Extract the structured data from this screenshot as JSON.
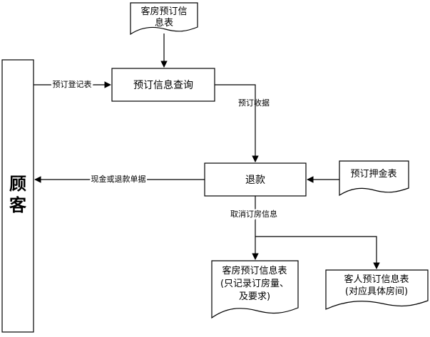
{
  "actor": {
    "label_line1": "顾",
    "label_line2": "客"
  },
  "nodes": {
    "query": "预订信息查询",
    "refund": "退款"
  },
  "documents": {
    "room_booking_info": {
      "line1": "客房预订信",
      "line2": "息表"
    },
    "deposit": {
      "line1": "预订押金表"
    },
    "room_booking_record": {
      "line1": "客房预订信息表",
      "line2": "(只记录订房量、",
      "line3": "及要求)"
    },
    "guest_booking_info": {
      "line1": "客人预订信息表",
      "line2": "(对应具体房间)"
    }
  },
  "edges": {
    "booking_register_form": "预订登记表",
    "booking_receipt": "预订收据",
    "cash_or_refund_slip": "现金或退款单据",
    "cancel_booking_info": "取消订房信息"
  },
  "colors": {
    "stroke": "#000000",
    "fill": "#ffffff"
  }
}
